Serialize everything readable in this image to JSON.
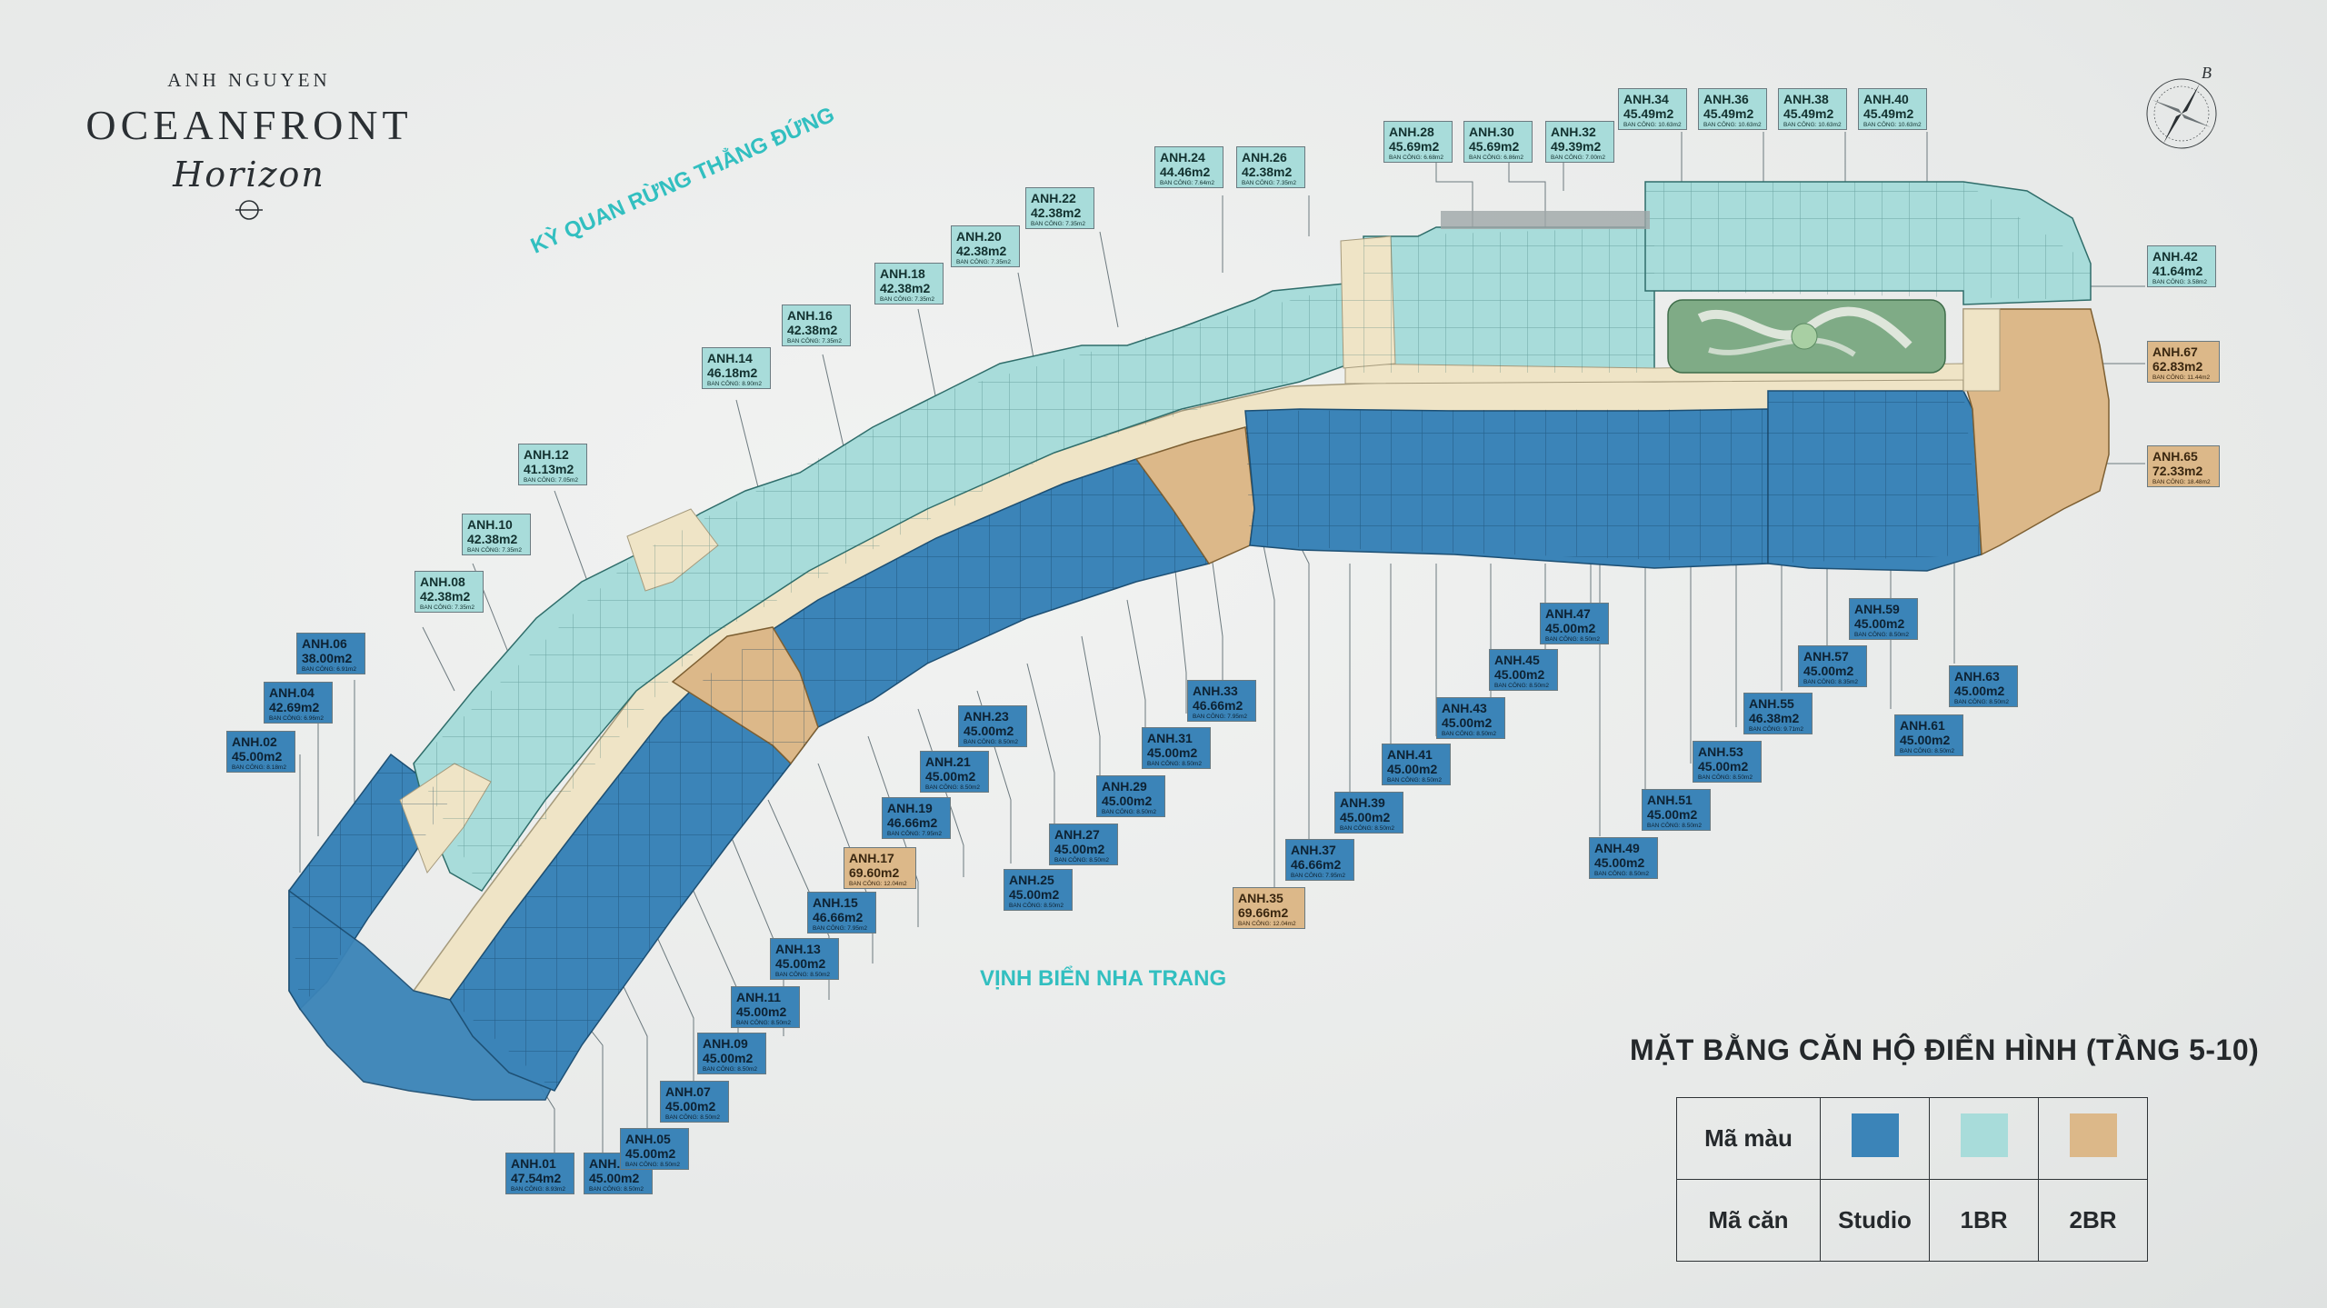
{
  "brand": {
    "top": "ANH NGUYEN",
    "main": "OCEANFRONT",
    "script": "Horizon"
  },
  "compass_letter": "B",
  "landmarks": {
    "forest": "KỲ QUAN RỪNG THẲNG ĐỨNG",
    "bay": "VỊNH BIỂN NHA TRANG"
  },
  "title": "MẶT BẰNG CĂN HỘ ĐIỂN HÌNH (TẦNG 5-10)",
  "legend": {
    "row1_header": "Mã màu",
    "row2_header": "Mã căn",
    "types": [
      {
        "label": "Studio",
        "color": "#3b84b8"
      },
      {
        "label": "1BR",
        "color": "#a8dcda"
      },
      {
        "label": "2BR",
        "color": "#dcb889"
      }
    ]
  },
  "colors": {
    "studio": "#3b84b8",
    "one_br": "#a8dcda",
    "two_br": "#dcb889",
    "corridor": "#efe4c6",
    "accent_text": "#32bfc0"
  },
  "units": [
    {
      "code": "ANH.01",
      "area": "47.54m2",
      "balcony": "BAN CÔNG: 8.93m2",
      "type": "studio"
    },
    {
      "code": "ANH.02",
      "area": "45.00m2",
      "balcony": "BAN CÔNG: 8.18m2",
      "type": "studio"
    },
    {
      "code": "ANH.03",
      "area": "45.00m2",
      "balcony": "BAN CÔNG: 8.50m2",
      "type": "studio"
    },
    {
      "code": "ANH.04",
      "area": "42.69m2",
      "balcony": "BAN CÔNG: 6.96m2",
      "type": "studio"
    },
    {
      "code": "ANH.05",
      "area": "45.00m2",
      "balcony": "BAN CÔNG: 8.50m2",
      "type": "studio"
    },
    {
      "code": "ANH.06",
      "area": "38.00m2",
      "balcony": "BAN CÔNG: 6.91m2",
      "type": "studio"
    },
    {
      "code": "ANH.07",
      "area": "45.00m2",
      "balcony": "BAN CÔNG: 8.50m2",
      "type": "studio"
    },
    {
      "code": "ANH.08",
      "area": "42.38m2",
      "balcony": "BAN CÔNG: 7.35m2",
      "type": "one_br"
    },
    {
      "code": "ANH.09",
      "area": "45.00m2",
      "balcony": "BAN CÔNG: 8.50m2",
      "type": "studio"
    },
    {
      "code": "ANH.10",
      "area": "42.38m2",
      "balcony": "BAN CÔNG: 7.35m2",
      "type": "one_br"
    },
    {
      "code": "ANH.11",
      "area": "45.00m2",
      "balcony": "BAN CÔNG: 8.50m2",
      "type": "studio"
    },
    {
      "code": "ANH.12",
      "area": "41.13m2",
      "balcony": "BAN CÔNG: 7.05m2",
      "type": "one_br"
    },
    {
      "code": "ANH.13",
      "area": "45.00m2",
      "balcony": "BAN CÔNG: 8.50m2",
      "type": "studio"
    },
    {
      "code": "ANH.14",
      "area": "46.18m2",
      "balcony": "BAN CÔNG: 8.90m2",
      "type": "one_br"
    },
    {
      "code": "ANH.15",
      "area": "46.66m2",
      "balcony": "BAN CÔNG: 7.95m2",
      "type": "studio"
    },
    {
      "code": "ANH.16",
      "area": "42.38m2",
      "balcony": "BAN CÔNG: 7.35m2",
      "type": "one_br"
    },
    {
      "code": "ANH.17",
      "area": "69.60m2",
      "balcony": "BAN CÔNG: 12.04m2",
      "type": "two_br"
    },
    {
      "code": "ANH.18",
      "area": "42.38m2",
      "balcony": "BAN CÔNG: 7.35m2",
      "type": "one_br"
    },
    {
      "code": "ANH.19",
      "area": "46.66m2",
      "balcony": "BAN CÔNG: 7.95m2",
      "type": "studio"
    },
    {
      "code": "ANH.20",
      "area": "42.38m2",
      "balcony": "BAN CÔNG: 7.35m2",
      "type": "one_br"
    },
    {
      "code": "ANH.21",
      "area": "45.00m2",
      "balcony": "BAN CÔNG: 8.50m2",
      "type": "studio"
    },
    {
      "code": "ANH.22",
      "area": "42.38m2",
      "balcony": "BAN CÔNG: 7.35m2",
      "type": "one_br"
    },
    {
      "code": "ANH.23",
      "area": "45.00m2",
      "balcony": "BAN CÔNG: 8.50m2",
      "type": "studio"
    },
    {
      "code": "ANH.24",
      "area": "44.46m2",
      "balcony": "BAN CÔNG: 7.64m2",
      "type": "one_br"
    },
    {
      "code": "ANH.25",
      "area": "45.00m2",
      "balcony": "BAN CÔNG: 8.50m2",
      "type": "studio"
    },
    {
      "code": "ANH.26",
      "area": "42.38m2",
      "balcony": "BAN CÔNG: 7.35m2",
      "type": "one_br"
    },
    {
      "code": "ANH.27",
      "area": "45.00m2",
      "balcony": "BAN CÔNG: 8.50m2",
      "type": "studio"
    },
    {
      "code": "ANH.28",
      "area": "45.69m2",
      "balcony": "BAN CÔNG: 6.68m2",
      "type": "one_br"
    },
    {
      "code": "ANH.29",
      "area": "45.00m2",
      "balcony": "BAN CÔNG: 8.50m2",
      "type": "studio"
    },
    {
      "code": "ANH.30",
      "area": "45.69m2",
      "balcony": "BAN CÔNG: 6.86m2",
      "type": "one_br"
    },
    {
      "code": "ANH.31",
      "area": "45.00m2",
      "balcony": "BAN CÔNG: 8.50m2",
      "type": "studio"
    },
    {
      "code": "ANH.32",
      "area": "49.39m2",
      "balcony": "BAN CÔNG: 7.00m2",
      "type": "one_br"
    },
    {
      "code": "ANH.33",
      "area": "46.66m2",
      "balcony": "BAN CÔNG: 7.95m2",
      "type": "studio"
    },
    {
      "code": "ANH.34",
      "area": "45.49m2",
      "balcony": "BAN CÔNG: 10.63m2",
      "type": "one_br"
    },
    {
      "code": "ANH.35",
      "area": "69.66m2",
      "balcony": "BAN CÔNG: 12.04m2",
      "type": "two_br"
    },
    {
      "code": "ANH.36",
      "area": "45.49m2",
      "balcony": "BAN CÔNG: 10.63m2",
      "type": "one_br"
    },
    {
      "code": "ANH.37",
      "area": "46.66m2",
      "balcony": "BAN CÔNG: 7.95m2",
      "type": "studio"
    },
    {
      "code": "ANH.38",
      "area": "45.49m2",
      "balcony": "BAN CÔNG: 10.63m2",
      "type": "one_br"
    },
    {
      "code": "ANH.39",
      "area": "45.00m2",
      "balcony": "BAN CÔNG: 8.50m2",
      "type": "studio"
    },
    {
      "code": "ANH.40",
      "area": "45.49m2",
      "balcony": "BAN CÔNG: 10.63m2",
      "type": "one_br"
    },
    {
      "code": "ANH.41",
      "area": "45.00m2",
      "balcony": "BAN CÔNG: 8.50m2",
      "type": "studio"
    },
    {
      "code": "ANH.42",
      "area": "41.64m2",
      "balcony": "BAN CÔNG: 3.58m2",
      "type": "one_br"
    },
    {
      "code": "ANH.43",
      "area": "45.00m2",
      "balcony": "BAN CÔNG: 8.50m2",
      "type": "studio"
    },
    {
      "code": "ANH.45",
      "area": "45.00m2",
      "balcony": "BAN CÔNG: 8.50m2",
      "type": "studio"
    },
    {
      "code": "ANH.47",
      "area": "45.00m2",
      "balcony": "BAN CÔNG: 8.50m2",
      "type": "studio"
    },
    {
      "code": "ANH.49",
      "area": "45.00m2",
      "balcony": "BAN CÔNG: 8.50m2",
      "type": "studio"
    },
    {
      "code": "ANH.51",
      "area": "45.00m2",
      "balcony": "BAN CÔNG: 8.50m2",
      "type": "studio"
    },
    {
      "code": "ANH.53",
      "area": "45.00m2",
      "balcony": "BAN CÔNG: 8.50m2",
      "type": "studio"
    },
    {
      "code": "ANH.55",
      "area": "46.38m2",
      "balcony": "BAN CÔNG: 9.71m2",
      "type": "studio"
    },
    {
      "code": "ANH.57",
      "area": "45.00m2",
      "balcony": "BAN CÔNG: 8.35m2",
      "type": "studio"
    },
    {
      "code": "ANH.59",
      "area": "45.00m2",
      "balcony": "BAN CÔNG: 8.50m2",
      "type": "studio"
    },
    {
      "code": "ANH.61",
      "area": "45.00m2",
      "balcony": "BAN CÔNG: 8.50m2",
      "type": "studio"
    },
    {
      "code": "ANH.63",
      "area": "45.00m2",
      "balcony": "BAN CÔNG: 8.50m2",
      "type": "studio"
    },
    {
      "code": "ANH.65",
      "area": "72.33m2",
      "balcony": "BAN CÔNG: 18.48m2",
      "type": "two_br"
    },
    {
      "code": "ANH.67",
      "area": "62.83m2",
      "balcony": "BAN CÔNG: 11.44m2",
      "type": "two_br"
    }
  ]
}
